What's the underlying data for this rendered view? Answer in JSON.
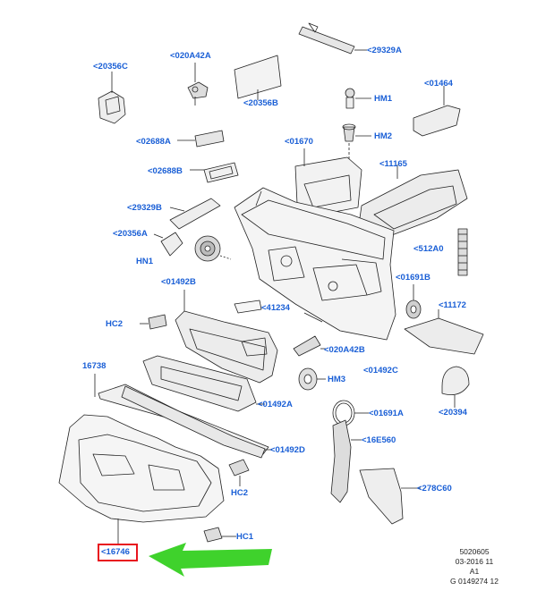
{
  "labels": {
    "l20356C": "<20356C",
    "l020A42A": "<020A42A",
    "l29329A": "<29329A",
    "l20356B": "<20356B",
    "lHM1": "HM1",
    "lHM2": "HM2",
    "l01464": "<01464",
    "l02688A": "<02688A",
    "l01670": "<01670",
    "l02688B": "<02688B",
    "l11165": "<11165",
    "l29329B": "<29329B",
    "l20356A": "<20356A",
    "lHN1": "HN1",
    "l512A0": "<512A0",
    "l01492B": "<01492B",
    "l01691B": "<01691B",
    "l41234": "<41234",
    "l11172": "<11172",
    "lHC2a": "HC2",
    "l020A42B": "<020A42B",
    "l01492C": "<01492C",
    "l16738": "16738",
    "lHM3": "HM3",
    "l01492A": "<01492A",
    "l01691A": "<01691A",
    "l20394": "<20394",
    "l16E560": "<16E560",
    "l01492D": "<01492D",
    "l278C60": "<278C60",
    "lHC2b": "HC2",
    "lHC1": "HC1",
    "l16746": "<16746"
  },
  "info_block": {
    "line1": "5020605",
    "line2": "03-2016 11",
    "line3": "A1",
    "line4": "G 0149274 12"
  },
  "colors": {
    "label": "#1a5fd6",
    "highlight_box": "#e8141e",
    "arrow": "#3fd22c",
    "line_art": "#222222"
  }
}
